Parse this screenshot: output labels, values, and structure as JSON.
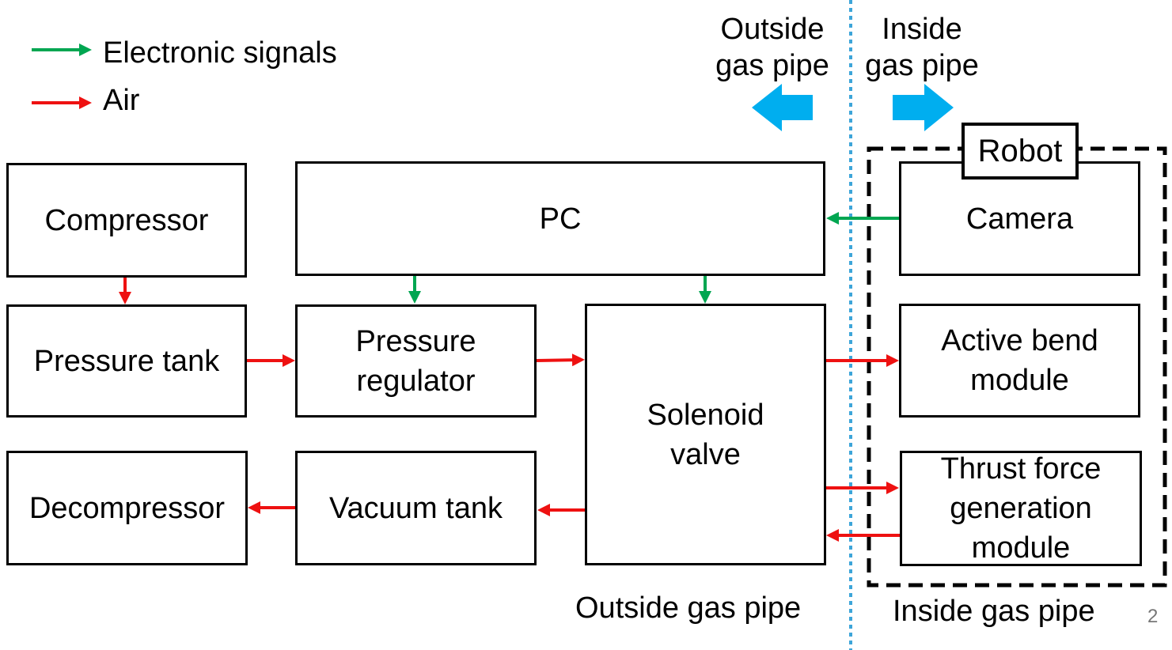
{
  "legend": {
    "electronic": "Electronic signals",
    "air": "Air"
  },
  "header": {
    "outside": "Outside\ngas pipe",
    "inside": "Inside\ngas pipe"
  },
  "boxes": {
    "compressor": "Compressor",
    "pressure_tank": "Pressure tank",
    "decompressor": "Decompressor",
    "pc": "PC",
    "pressure_regulator": "Pressure\nregulator",
    "vacuum_tank": "Vacuum tank",
    "solenoid_valve": "Solenoid\nvalve",
    "camera": "Camera",
    "active_bend": "Active bend\nmodule",
    "thrust_force": "Thrust force\ngeneration\nmodule"
  },
  "robot_label": "Robot",
  "footer": {
    "outside": "Outside gas pipe",
    "inside": "Inside gas pipe",
    "page_number": "2"
  },
  "colors": {
    "signal": "#00A651",
    "air": "#EE1111",
    "direction_arrow": "#00AEEF",
    "divider": "#3DA5D9"
  }
}
